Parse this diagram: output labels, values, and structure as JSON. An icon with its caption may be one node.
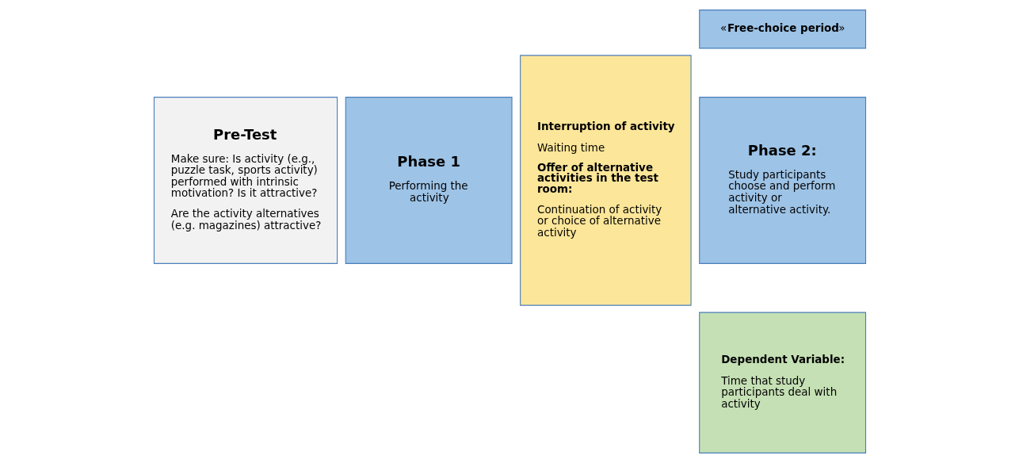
{
  "diagram": {
    "nodes": [
      {
        "text": [
          "Pre-Test",
          "Make sure: Is activity (e.g., puzzle task, sports activity) performed with intrinsic motivation? Is it attractive?",
          "Are the activity alternatives (e.g. magazines) attractive?"
        ]
      },
      {
        "text": [
          "Phase 1",
          "Performing the activity"
        ]
      },
      {
        "text": [
          "Interruption of activity",
          "Waiting time",
          "Offer of alternative activities in the test room:",
          "Continuation of activity or choice of alternative activity"
        ]
      },
      {
        "text": [
          "«**Free-choice period**»"
        ]
      },
      {
        "text": [
          "Phase 2:",
          "Study participants choose and perform activity or alternative activity."
        ]
      },
      {
        "text": [
          "Dependent Variable:",
          "Time that study participants deal with activity"
        ]
      }
    ]
  }
}
